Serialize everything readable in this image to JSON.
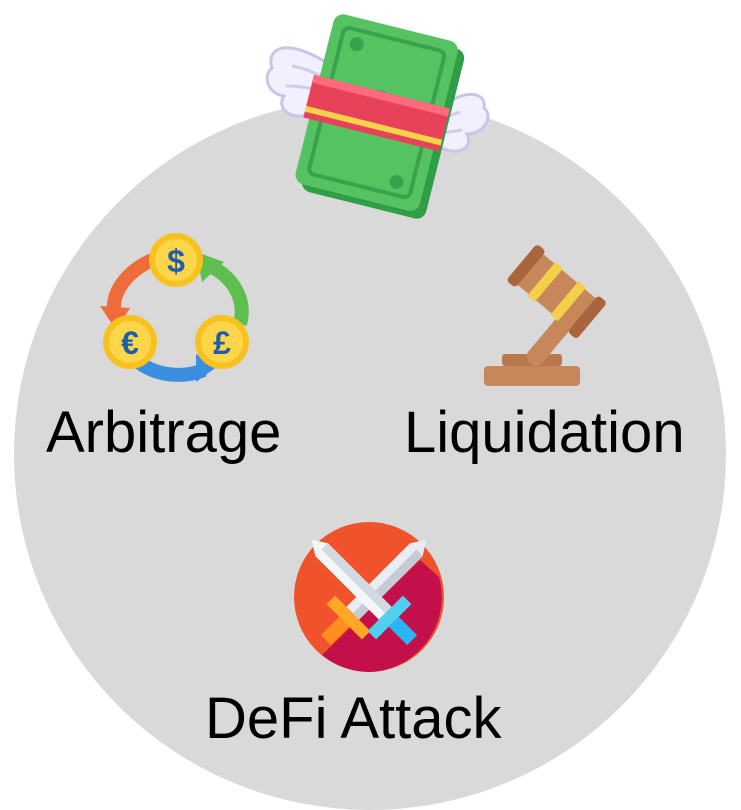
{
  "diagram": {
    "background_color": "#d9d9d9",
    "top_icon": "flying-money-icon",
    "items": [
      {
        "label": "Arbitrage",
        "icon": "currency-exchange-icon"
      },
      {
        "label": "Liquidation",
        "icon": "gavel-icon"
      },
      {
        "label": "DeFi Attack",
        "icon": "crossed-swords-icon"
      }
    ]
  }
}
